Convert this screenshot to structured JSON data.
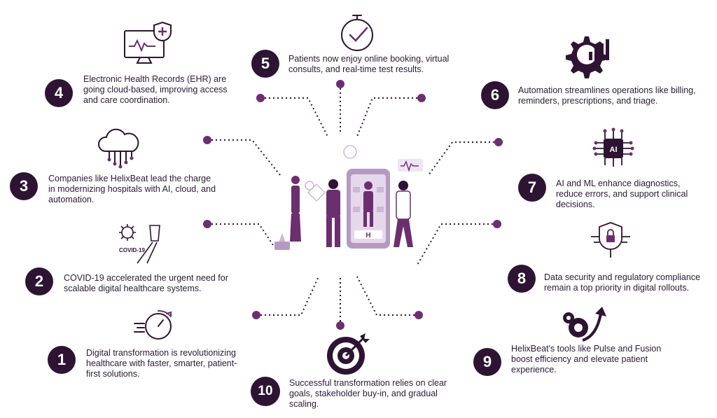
{
  "items": [
    {
      "num": "1",
      "text": "Digital transformation is revolutionizing healthcare with faster, smarter, patient-first solutions.",
      "icon": "speedometer-icon"
    },
    {
      "num": "2",
      "text": "COVID-19 accelerated the urgent need for scalable digital healthcare systems.",
      "icon": "covid-test-icon",
      "icon_label": "COVID-19"
    },
    {
      "num": "3",
      "text": "Companies like HelixBeat lead the charge in modernizing hospitals with AI, cloud, and automation.",
      "icon": "cloud-network-icon"
    },
    {
      "num": "4",
      "text": "Electronic Health Records (EHR) are going cloud-based, improving access and care coordination.",
      "icon": "ehr-monitor-icon"
    },
    {
      "num": "5",
      "text": "Patients now enjoy online booking, virtual consults, and real-time test results.",
      "icon": "stopwatch-icon"
    },
    {
      "num": "6",
      "text": "Automation streamlines operations like billing, reminders, prescriptions, and triage.",
      "icon": "gear-chart-icon"
    },
    {
      "num": "7",
      "text": "AI and ML enhance diagnostics, reduce errors, and support clinical decisions.",
      "icon": "ai-chip-icon",
      "icon_label": "AI"
    },
    {
      "num": "8",
      "text": "Data security and regulatory compliance remain a top priority in digital rollouts.",
      "icon": "shield-lock-icon"
    },
    {
      "num": "9",
      "text": "HelixBeat's tools like Pulse and Fusion boost efficiency and elevate patient experience.",
      "icon": "gears-growth-icon"
    },
    {
      "num": "10",
      "text": "Successful transformation relies on clear goals, stakeholder buy-in, and gradual scaling.",
      "icon": "target-icon"
    }
  ],
  "hub": {
    "icon": "doctors-phone-illustration",
    "phone_label": "H"
  },
  "colors": {
    "dark": "#2e1433",
    "accent": "#6b2f6f",
    "light": "#cdb8d4"
  }
}
